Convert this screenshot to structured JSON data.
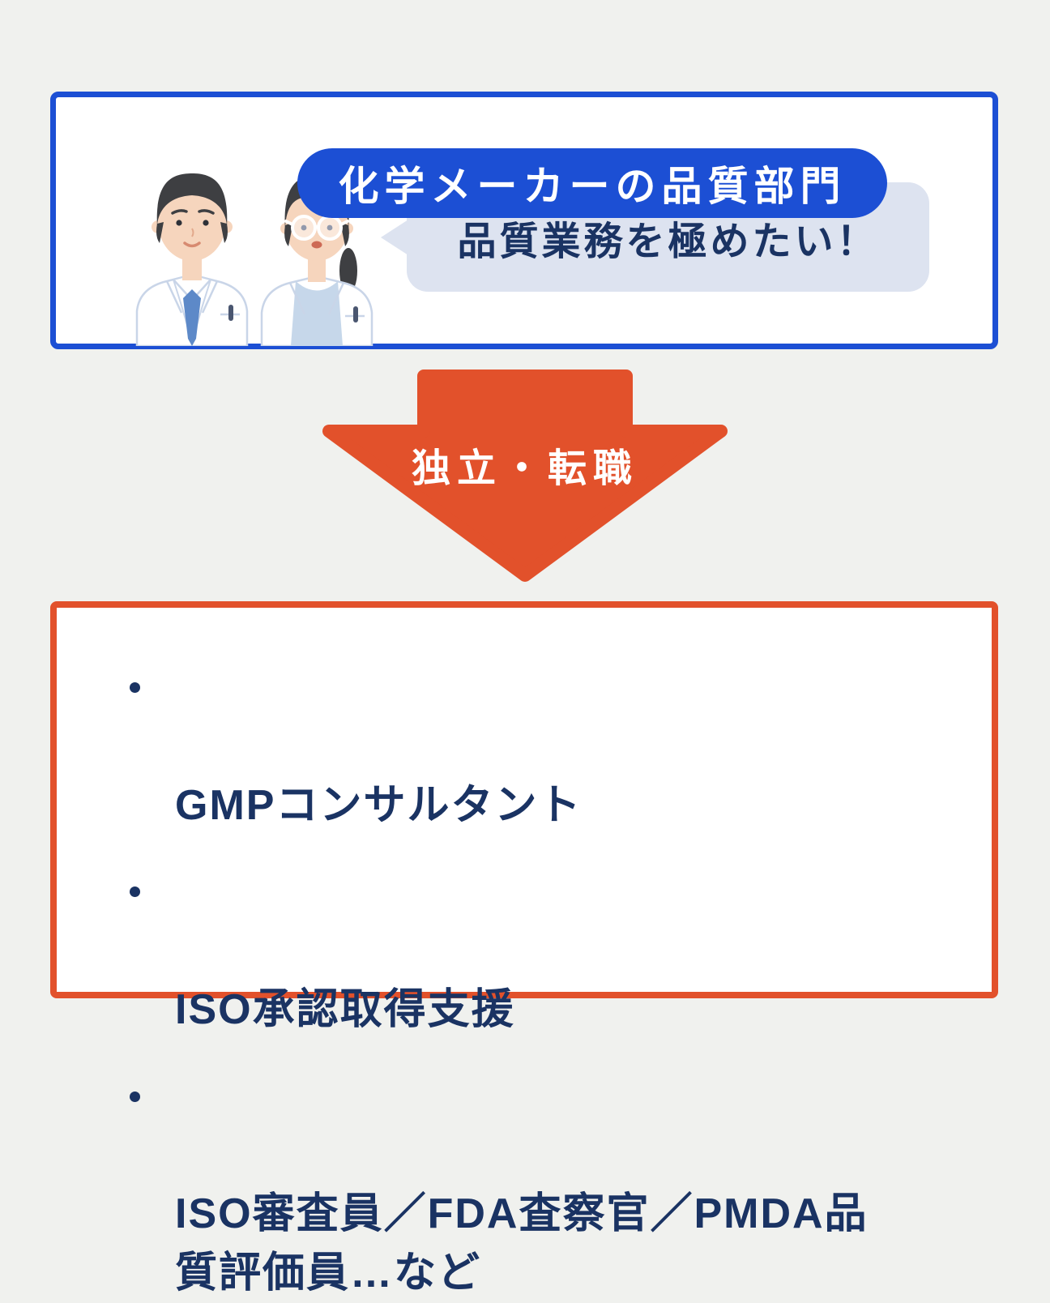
{
  "colors": {
    "background": "#f0f1ee",
    "blue": "#1c4fd4",
    "orange": "#e2512b",
    "navy_text": "#1a3363",
    "bubble_bg": "#dde3f0"
  },
  "top_box": {
    "title": "化学メーカーの品質部門",
    "speech_bubble_text": "品質業務を極めたい！",
    "illustration": "two-chemists-in-lab-coats"
  },
  "arrow": {
    "label": "独立・転職"
  },
  "bottom_box": {
    "items": [
      "GMPコンサルタント",
      "ISO承認取得支援",
      "ISO審査員／FDA査察官／PMDA品\n質評価員…など"
    ]
  }
}
